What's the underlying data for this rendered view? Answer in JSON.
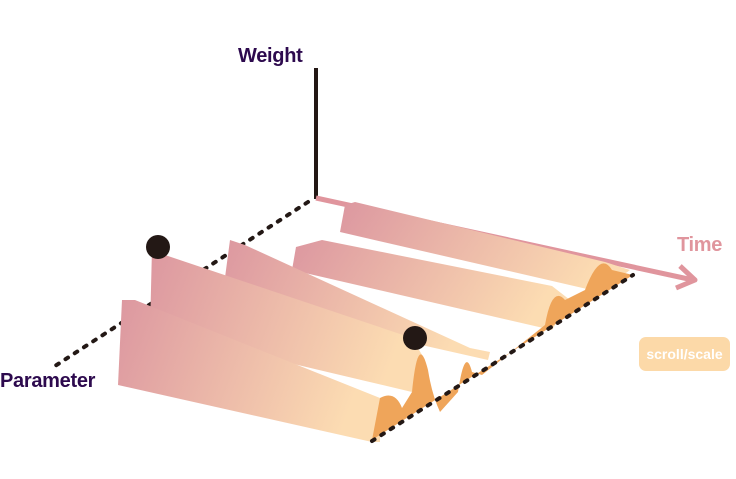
{
  "axes": {
    "weight_label": "Weight",
    "parameter_label": "Parameter",
    "time_label": "Time"
  },
  "controls": {
    "scroll_scale_label": "scroll/scale"
  },
  "colors": {
    "axis_dark": "#231815",
    "label_dark": "#2d0a4e",
    "time_axis": "#e0959d",
    "ribbon_start": "#dc97a0",
    "ribbon_end": "#fcdcb2",
    "end_profile": "#efa55a",
    "button_bg": "#fcd9a8"
  }
}
